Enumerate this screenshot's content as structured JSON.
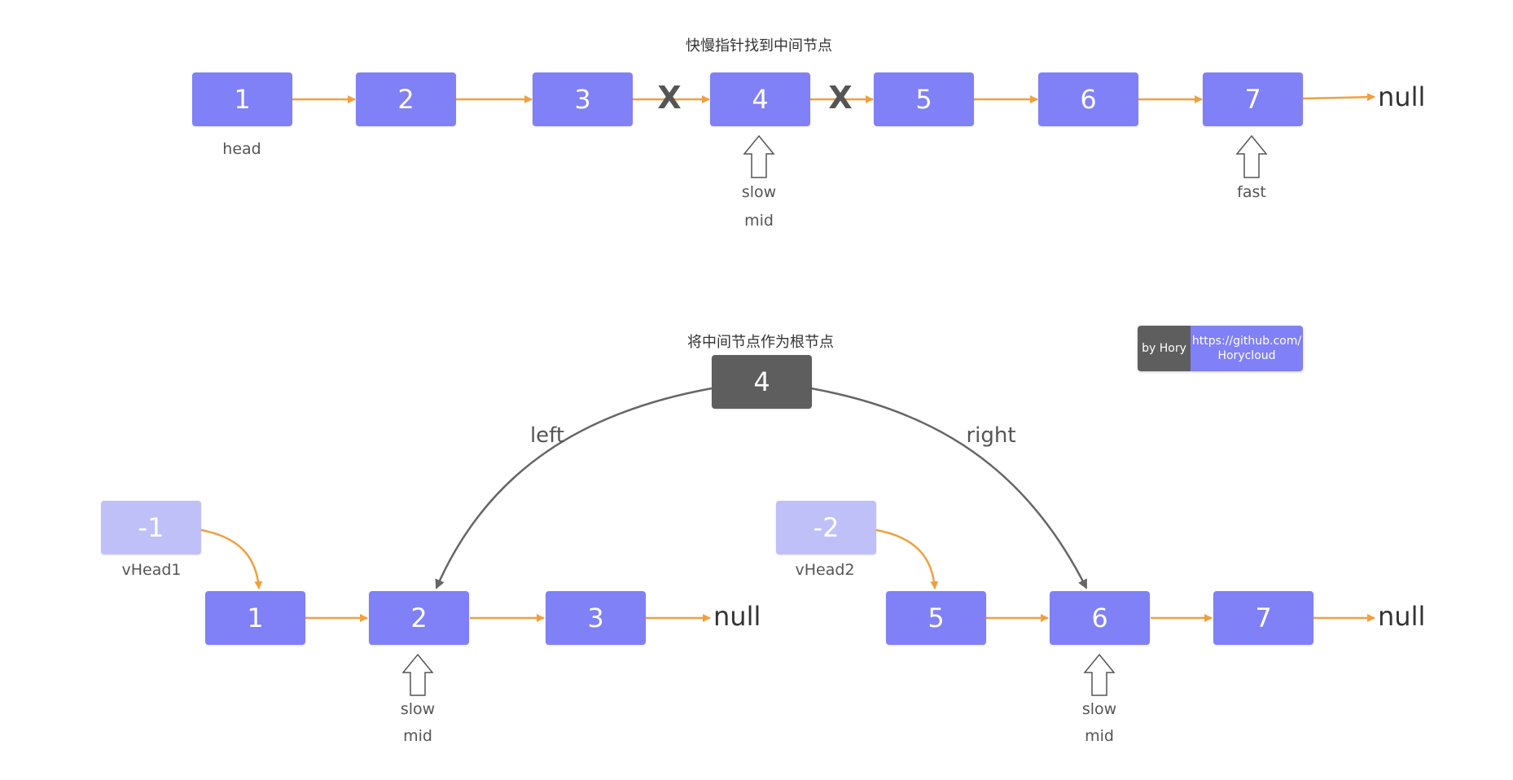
{
  "top": {
    "title": "快慢指针找到中间节点",
    "nodes": [
      "1",
      "2",
      "3",
      "4",
      "5",
      "6",
      "7"
    ],
    "null_label": "null",
    "cut_mark": "X",
    "labels": {
      "head": "head",
      "slow": "slow",
      "mid": "mid",
      "fast": "fast"
    }
  },
  "bottom": {
    "title": "将中间节点作为根节点",
    "root": "4",
    "left_edge": "left",
    "right_edge": "right",
    "left_list": {
      "vhead": "-1",
      "vhead_label": "vHead1",
      "nodes": [
        "1",
        "2",
        "3"
      ],
      "null_label": "null",
      "slow": "slow",
      "mid": "mid"
    },
    "right_list": {
      "vhead": "-2",
      "vhead_label": "vHead2",
      "nodes": [
        "5",
        "6",
        "7"
      ],
      "null_label": "null",
      "slow": "slow",
      "mid": "mid"
    }
  },
  "badge": {
    "author": "by Hory",
    "link_line1": "https://github.com/",
    "link_line2": "Horycloud"
  },
  "colors": {
    "node": "#8080f7",
    "virtual_node": "#c0c0f9",
    "root_node": "#5e5e5e",
    "list_arrow": "#f0a040",
    "tree_arrow": "#666666"
  }
}
